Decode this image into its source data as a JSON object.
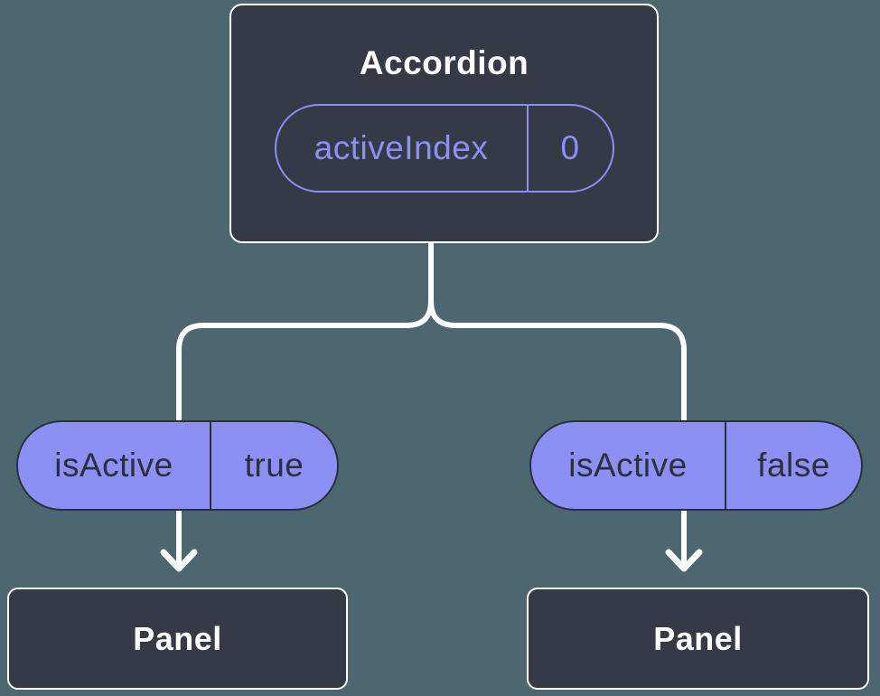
{
  "colors": {
    "background": "#4D6770",
    "node_fill": "#343A46",
    "node_border": "#FFFFFF",
    "connector": "#FFFFFF",
    "accent_purple": "#8B8FF6",
    "prop_pill_fill": "#8C8FF4",
    "dark_text": "#2A303C"
  },
  "tree": {
    "root": {
      "title": "Accordion",
      "state": {
        "name": "activeIndex",
        "value": "0"
      }
    },
    "branches": [
      {
        "prop": {
          "name": "isActive",
          "value": "true"
        },
        "child": {
          "title": "Panel"
        }
      },
      {
        "prop": {
          "name": "isActive",
          "value": "false"
        },
        "child": {
          "title": "Panel"
        }
      }
    ]
  }
}
